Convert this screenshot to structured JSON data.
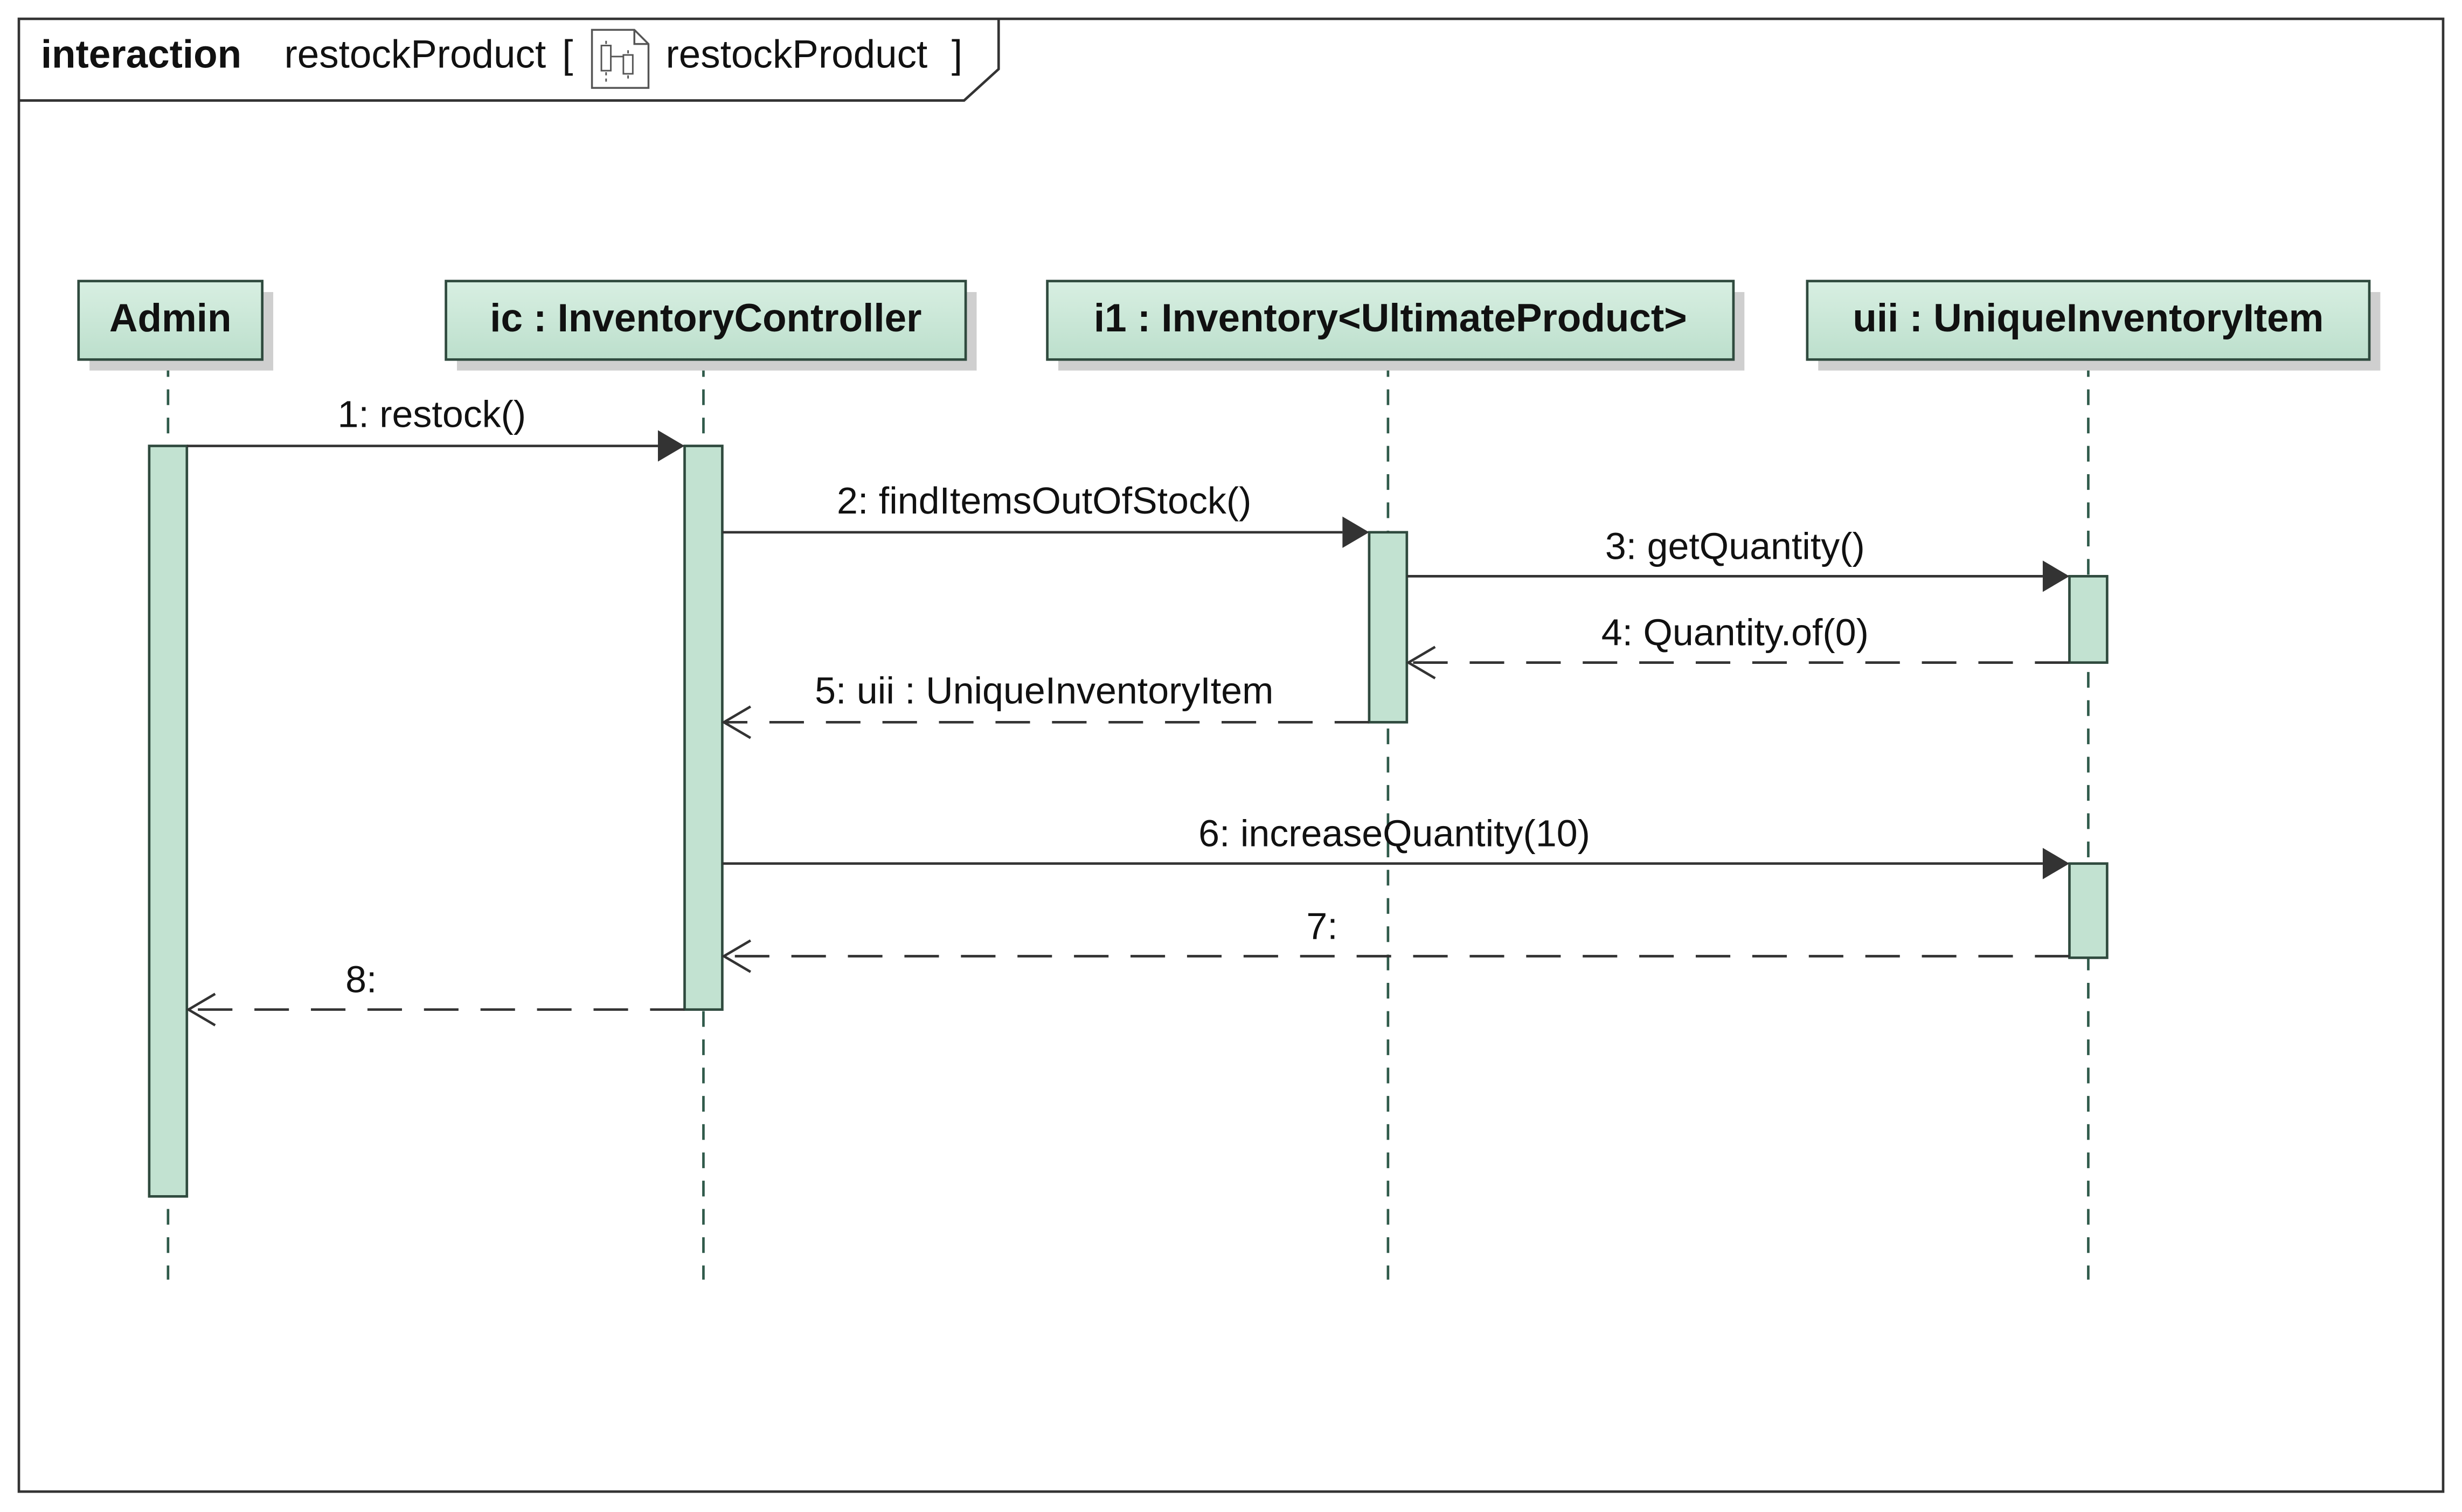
{
  "frame": {
    "keyword": "interaction",
    "name": "restockProduct",
    "bracket_open": "[",
    "ref_name": "restockProduct",
    "bracket_close": "]",
    "ref_icon": "sequence-diagram-icon"
  },
  "lifelines": [
    {
      "id": "admin",
      "label": "Admin"
    },
    {
      "id": "ic",
      "label": "ic : InventoryController"
    },
    {
      "id": "i1",
      "label": "i1 : Inventory<UltimateProduct>"
    },
    {
      "id": "uii",
      "label": "uii : UniqueInventoryItem"
    }
  ],
  "messages": [
    {
      "label": "1: restock()",
      "from": "admin",
      "to": "ic",
      "kind": "sync"
    },
    {
      "label": "2: findItemsOutOfStock()",
      "from": "ic",
      "to": "i1",
      "kind": "sync"
    },
    {
      "label": "3: getQuantity()",
      "from": "i1",
      "to": "uii",
      "kind": "sync"
    },
    {
      "label": "4: Quantity.of(0)",
      "from": "uii",
      "to": "i1",
      "kind": "reply"
    },
    {
      "label": "5: uii : UniqueInventoryItem",
      "from": "i1",
      "to": "ic",
      "kind": "reply"
    },
    {
      "label": "6: increaseQuantity(10)",
      "from": "ic",
      "to": "uii",
      "kind": "sync"
    },
    {
      "label": "7:",
      "from": "uii",
      "to": "ic",
      "kind": "reply"
    },
    {
      "label": "8:",
      "from": "ic",
      "to": "admin",
      "kind": "reply"
    }
  ],
  "colors": {
    "head_fill": "#c4e2d2",
    "activation_fill": "#c2e2d1",
    "line": "#2f4a3e",
    "lifeline": "#2f5a4a",
    "frame_border": "#333333",
    "shadow": "#c8c8c8",
    "text": "#111111"
  }
}
